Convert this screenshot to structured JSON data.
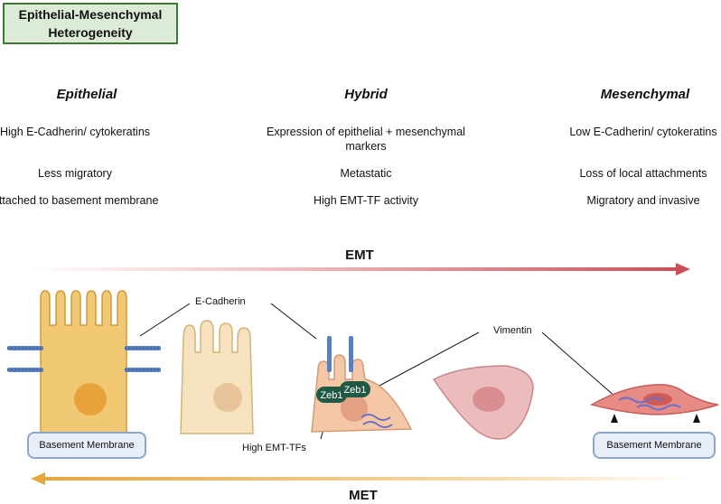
{
  "title": "Epithelial-Mesenchymal Heterogeneity",
  "columns": [
    {
      "heading": "Epithelial",
      "items": [
        "High E-Cadherin/ cytokeratins",
        "Less migratory",
        "Attached to basement membrane"
      ]
    },
    {
      "heading": "Hybrid",
      "items": [
        "Expression of epithelial + mesenchymal markers",
        "Metastatic",
        "High EMT-TF activity"
      ]
    },
    {
      "heading": "Mesenchymal",
      "items": [
        "Low E-Cadherin/ cytokeratins",
        "Loss of local attachments",
        "Migratory and invasive"
      ]
    }
  ],
  "arrows": {
    "emt_label": "EMT",
    "met_label": "MET"
  },
  "labels": {
    "e_cadherin": "E-Cadherin",
    "vimentin": "Vimentin",
    "high_emt_tfs": "High EMT-TFs",
    "zeb1": "Zeb1",
    "basement_membrane": "Basement Membrane"
  },
  "colors": {
    "title_border": "#3e7a36",
    "title_fill": "#dcebd6",
    "emt_arrow": "#c9505a",
    "met_arrow": "#e6a640",
    "epithelial_cell": "#f1c873",
    "mesenchymal_cell": "#e98b85",
    "zeb1": "#1f5a45"
  }
}
